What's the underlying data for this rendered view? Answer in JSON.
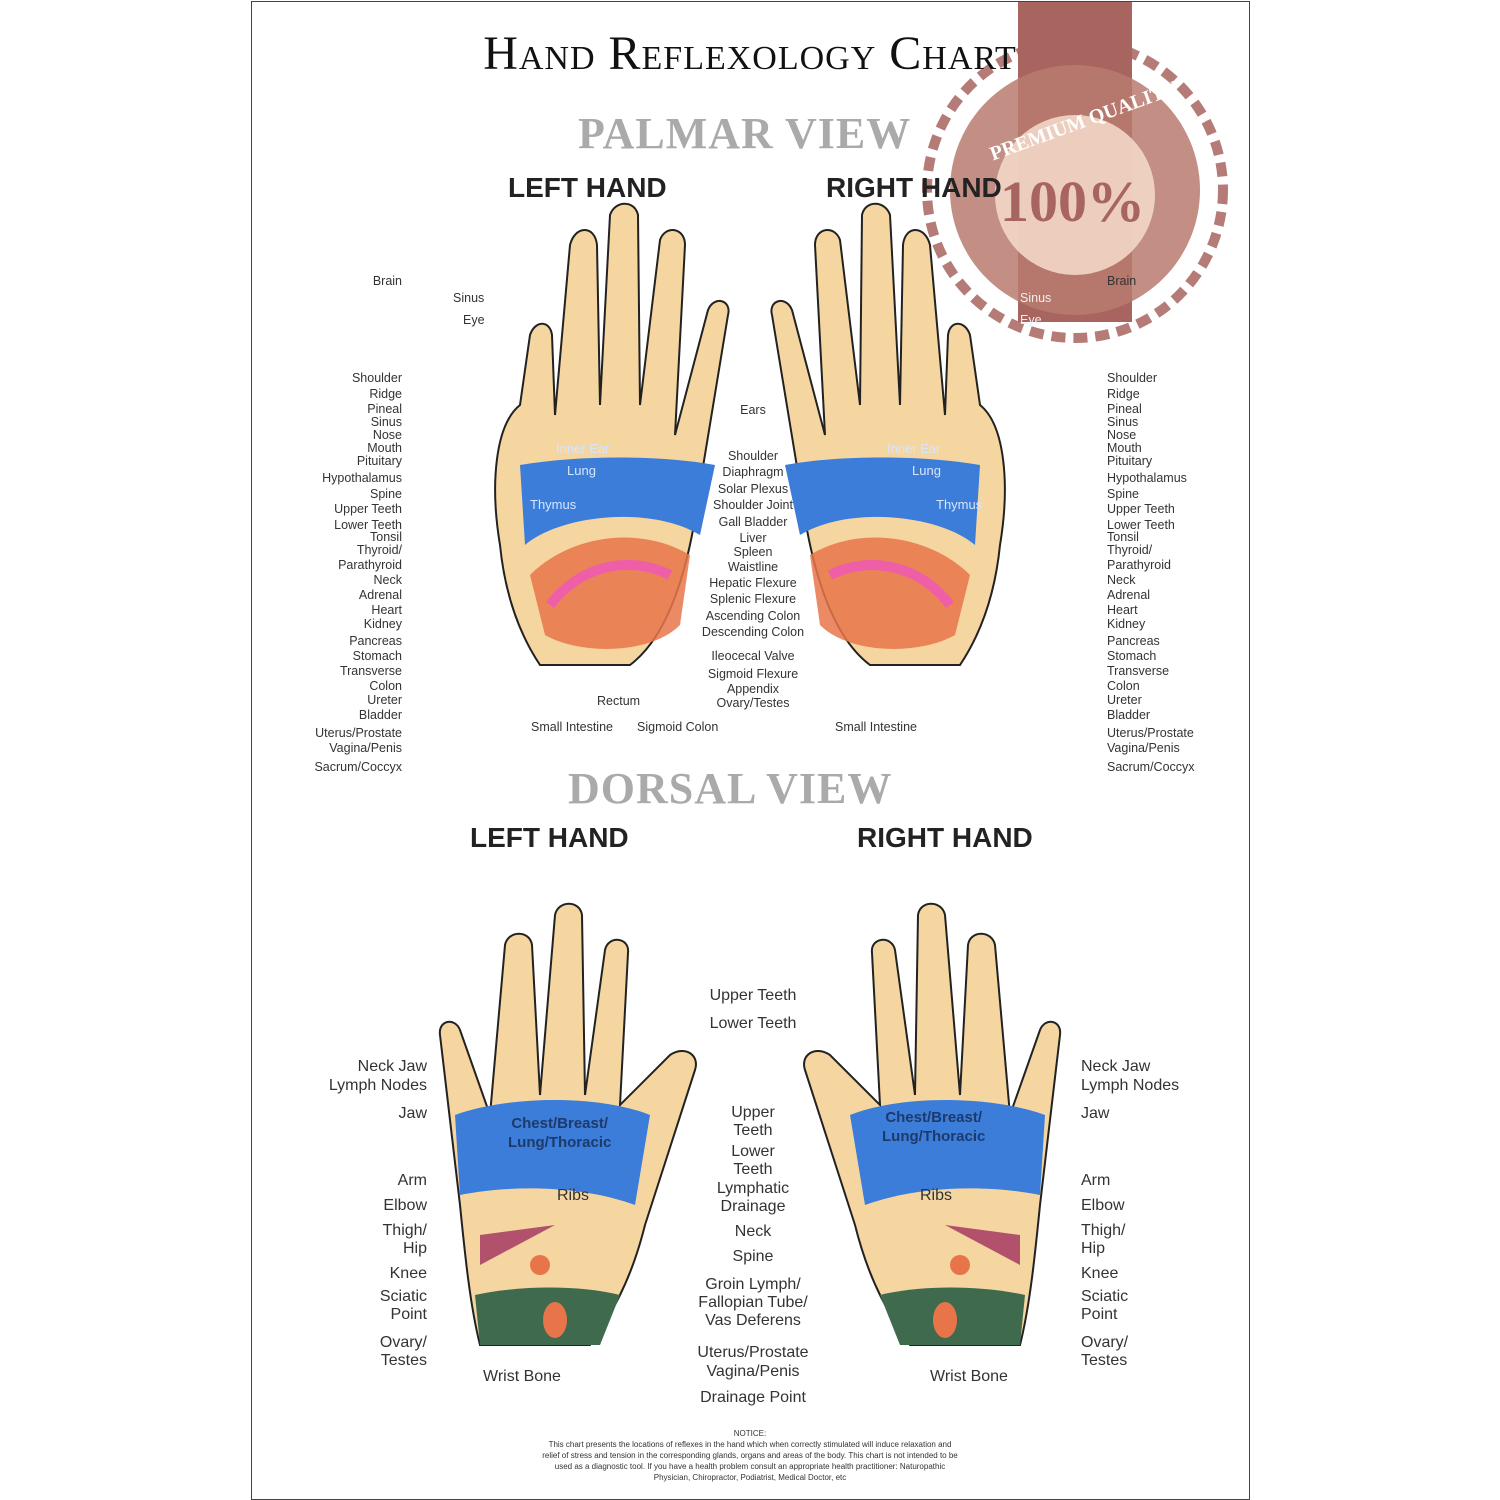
{
  "title": "Hand Reflexology Chart",
  "palmar": {
    "heading": "PALMAR VIEW",
    "left_hand": "LEFT HAND",
    "right_hand": "RIGHT HAND",
    "left_labels": [
      "Brain",
      "Shoulder",
      "Ridge",
      "Pineal",
      "Sinus",
      "Nose",
      "Mouth",
      "Pituitary",
      "Hypothalamus",
      "Spine",
      "Upper Teeth",
      "Lower Teeth",
      "Tonsil",
      "Thyroid/",
      "Parathyroid",
      "Neck",
      "Adrenal",
      "Heart",
      "Kidney",
      "Pancreas",
      "Stomach",
      "Transverse",
      "Colon",
      "Ureter",
      "Bladder",
      "Uterus/Prostate",
      "Vagina/Penis",
      "Sacrum/Coccyx"
    ],
    "right_labels": [
      "Brain",
      "Shoulder",
      "Ridge",
      "Pineal",
      "Sinus",
      "Nose",
      "Mouth",
      "Pituitary",
      "Hypothalamus",
      "Spine",
      "Upper Teeth",
      "Lower Teeth",
      "Tonsil",
      "Thyroid/",
      "Parathyroid",
      "Neck",
      "Adrenal",
      "Heart",
      "Kidney",
      "Pancreas",
      "Stomach",
      "Transverse",
      "Colon",
      "Ureter",
      "Bladder",
      "Uterus/Prostate",
      "Vagina/Penis",
      "Sacrum/Coccyx"
    ],
    "center_labels": [
      "Ears",
      "Shoulder",
      "Diaphragm",
      "Solar Plexus",
      "Shoulder Joint",
      "Gall Bladder",
      "Liver",
      "Spleen",
      "Waistline",
      "Hepatic Flexure",
      "Splenic Flexure",
      "Ascending Colon",
      "Descending Colon",
      "Ileocecal Valve",
      "Sigmoid Flexure",
      "Appendix",
      "Ovary/Testes"
    ],
    "finger_labels": {
      "sinus": "Sinus",
      "eye": "Eye",
      "right_sinus": "Sinus",
      "right_eye": "Eye"
    },
    "bottom_labels": {
      "rectum": "Rectum",
      "small_intestine_left": "Small Intestine",
      "sigmoid_colon": "Sigmoid Colon",
      "small_intestine_right": "Small Intestine"
    },
    "in_hand": {
      "inner_ear": "Inner Ear",
      "lung": "Lung",
      "thymus": "Thymus"
    }
  },
  "dorsal": {
    "heading": "DORSAL VIEW",
    "left_hand": "LEFT HAND",
    "right_hand": "RIGHT HAND",
    "side_labels": [
      "Neck Jaw",
      "Lymph Nodes",
      "Jaw",
      "Arm",
      "Elbow",
      "Thigh/",
      "Hip",
      "Knee",
      "Sciatic",
      "Point",
      "Ovary/",
      "Testes"
    ],
    "wrist_bone": "Wrist Bone",
    "center_labels": [
      "Upper Teeth",
      "Lower Teeth",
      "Upper",
      "Teeth",
      "Lower",
      "Teeth",
      "Lymphatic",
      "Drainage",
      "Neck",
      "Spine",
      "Groin Lymph/",
      "Fallopian Tube/",
      "Vas Deferens",
      "Uterus/Prostate",
      "Vagina/Penis",
      "Drainage Point"
    ],
    "in_hand": {
      "chest1": "Chest/Breast/",
      "chest2": "Lung/Thoracic",
      "ribs": "Ribs"
    }
  },
  "notice": {
    "heading": "NOTICE:",
    "body": "This chart presents the locations of reflexes in the hand which when correctly stimulated will induce relaxation and relief of stress and tension in the corresponding glands, organs and areas of the body. This chart is not intended to be used as a diagnostic tool. If you have a health problem consult an appropriate health practitioner: Naturopathic Physician, Chiropractor, Podiatrist, Medical Doctor, etc"
  },
  "badge": {
    "arc_text": "PREMIUM QUALITY",
    "value": "100%",
    "ribbon_color": "#a8645f"
  },
  "colors": {
    "skin": "#f5d5a0",
    "blue": "#3b7dd8",
    "gray": "#9a9a9a",
    "orange": "#e8754a",
    "green": "#a8d88a",
    "pink": "#ee5fa8",
    "maroon": "#a0305f",
    "darkgreen": "#3f6a4d"
  }
}
